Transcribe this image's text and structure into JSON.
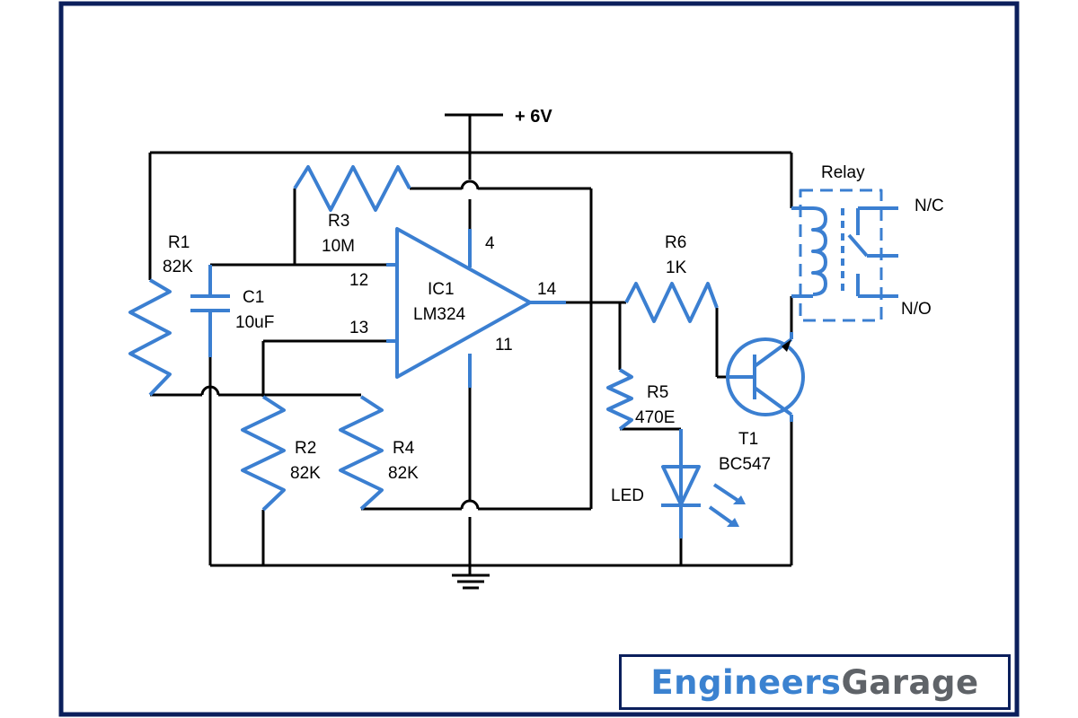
{
  "supply": {
    "label": "+ 6V"
  },
  "ic": {
    "name": "IC1",
    "part": "LM324",
    "pin4": "4",
    "pin11": "11",
    "pin12": "12",
    "pin13": "13",
    "pin14": "14"
  },
  "r1": {
    "name": "R1",
    "value": "82K"
  },
  "r2": {
    "name": "R2",
    "value": "82K"
  },
  "r3": {
    "name": "R3",
    "value": "10M"
  },
  "r4": {
    "name": "R4",
    "value": "82K"
  },
  "r5": {
    "name": "R5",
    "value": "470E"
  },
  "r6": {
    "name": "R6",
    "value": "1K"
  },
  "c1": {
    "name": "C1",
    "value": "10uF"
  },
  "t1": {
    "name": "T1",
    "part": "BC547"
  },
  "led": {
    "label": "LED"
  },
  "relay": {
    "label": "Relay",
    "nc": "N/C",
    "no": "N/O"
  },
  "logo": {
    "part1": "Engineers",
    "part2": "Garage"
  },
  "colors": {
    "wire": "#000000",
    "component": "#3b7fd1",
    "frame": "#0b1f5c"
  }
}
